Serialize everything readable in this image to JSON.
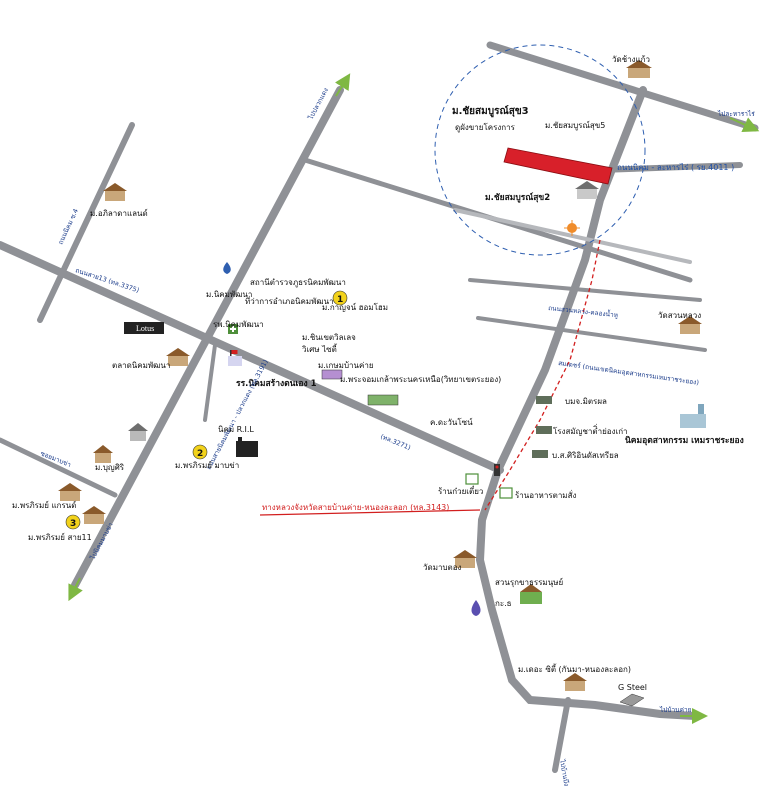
{
  "labels": {
    "project_main": "ม.ชัยสมบูรณ์สุข3",
    "project_sub": "ดูผังขายโครงการ",
    "project5": "ม.ชัยสมบูรณ์สุข5",
    "project2": "ม.ชัยสมบูรณ์สุข2",
    "temple_top": "วัดช้างแก้ว",
    "to_laharnrai": "ไปละหาราไร่",
    "road_nikom": "ถนนนิคม - ละหารไร่ ( รย.4011 )",
    "to_pluakdaeng": "ไปปลวกแดง",
    "ma_abhiladaland": "ม.อภิลาดาแลนด์",
    "road_left_13": "ถนนสาย13 (ทล.3375)",
    "road_left_nikom": "ถนนนิคม ซ.4",
    "ma_nikom_pattana": "ม.นิคมพัฒนา",
    "nikom_police": "สถานีตำรวจภูธรนิคมพัฒนา",
    "district_office": "ที่ว่าการอำเภอนิคมพัฒนา",
    "hospital": "รพ.นิคมพัฒนา",
    "lotus": "Lotus",
    "talad": "ตลาดนิคมพัฒนา",
    "marker1": "1",
    "ma_kanjana": "ม.กาญจน์ ฮอมโฮม",
    "ma_chinnakhet": "ม.ชินเขตวิลเลจ",
    "ma_wiset": "วิเศษ ไซตี้",
    "school": "รร.นิคมสร้างตนเอง 1",
    "ma_kasem": "ม.เกษมบ้านค่าย",
    "ma_phakdee": "ม.พระจอมเกล้าพระนครเหนือ(วิทยาเขตระยอง)",
    "rd_3271": "(ทล.3271)",
    "ma_waranyu": "ค.ดะวันโซน์",
    "road_main_3191": "ถนนสายนิคมพัฒนา - ปลวกแดง (ทล.3191)",
    "nikom_rl": "นิคม R.I.L",
    "marker2": "2",
    "ma_phonphirom": "ม.พรภิรมย์ มาบข่า",
    "soi_mabkha": "ซอยมาบข่า",
    "ma_bunsiri": "ม.บุญศิริ",
    "ma_phonphirom_garden": "ม.พรภิรมย์ แกรนด์",
    "marker3": "3",
    "ma_phonphirom11": "ม.พรภิรมย์ สาย11",
    "to_mabkha": "ไปนิคมมาบข่า",
    "temple_suan": "วัดสวนหลวง",
    "road_suanluang": "ถนนสวนหลวง-คลองน้ำหู",
    "soi_samet": "สมเดชร์ (ถนนเขตนิคมอุตสาหกรรมเหมราชระยอง)",
    "ma_mitra": "บมจ.มิตรผล",
    "factory_old": "โรงสมัญชาติ่ำย่องเก่า",
    "ma_siriwat": "บ.ส.ศิริอินดัสเทรียล",
    "hemaraj": "นิคมอุตสาหกรรม เหมราชระยอง",
    "store_leaf": "ร้านก๋วยเตี๋ยว",
    "restaurant": "ร้านอาหารตามสั่ง",
    "to_banchang": "ทางหลวงจังหวัดสายบ้านค่าย-หนองละลอก (ทล.3143)",
    "temple_mabon": "วัดมาบตอง",
    "suan_rukkhachat": "สวนรุกขาธรรมนุษย์",
    "ktb": "กะ.ธ",
    "ma_thecity": "ม.เดอะ ซิตี้ (กันมา-หนองละลอก)",
    "g_steel": "G Steel",
    "to_banpak": "ไปบ้านค่าย",
    "to_bottom": "ไปบ้านบึง"
  },
  "colors": {
    "road": "#8f9196",
    "project": "#d8202a",
    "route": "#d21f1f",
    "label_blue": "#1d4fa8",
    "marker": "#f2d21b"
  }
}
